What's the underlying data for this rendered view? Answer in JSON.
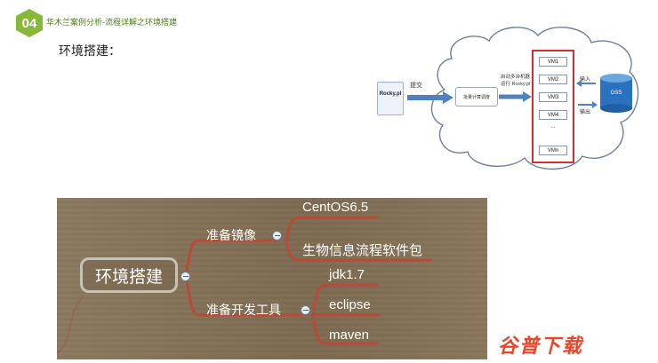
{
  "header": {
    "badge": "04",
    "title": "华木兰案例分析-流程详解之环境搭建"
  },
  "section_title": "环境搭建：",
  "diagram": {
    "file_label": "Rocky.pl",
    "submit_label": "提交",
    "scheduler_label": "批量计算调度",
    "launch_label_1": "启动多台机器",
    "launch_label_2": "运行 Rocky.pl",
    "vms": [
      "VM1",
      "VM2",
      "VM3",
      "VM4",
      "...",
      "VMn"
    ],
    "input_label": "输入",
    "output_label": "输出",
    "storage_label": "OSS",
    "colors": {
      "vm_frame": "#d03030",
      "oss": "#1f6bb5"
    }
  },
  "mindmap": {
    "root": "环境搭建",
    "branches": [
      {
        "label": "准备镜像",
        "children": [
          "CentOS6.5",
          "生物信息流程软件包"
        ]
      },
      {
        "label": "准备开发工具",
        "children": [
          "jdk1.7",
          "eclipse",
          "maven"
        ]
      }
    ],
    "colors": {
      "branch_line": "#b84a3a",
      "background": "#857258"
    }
  },
  "watermark": "谷普下载"
}
